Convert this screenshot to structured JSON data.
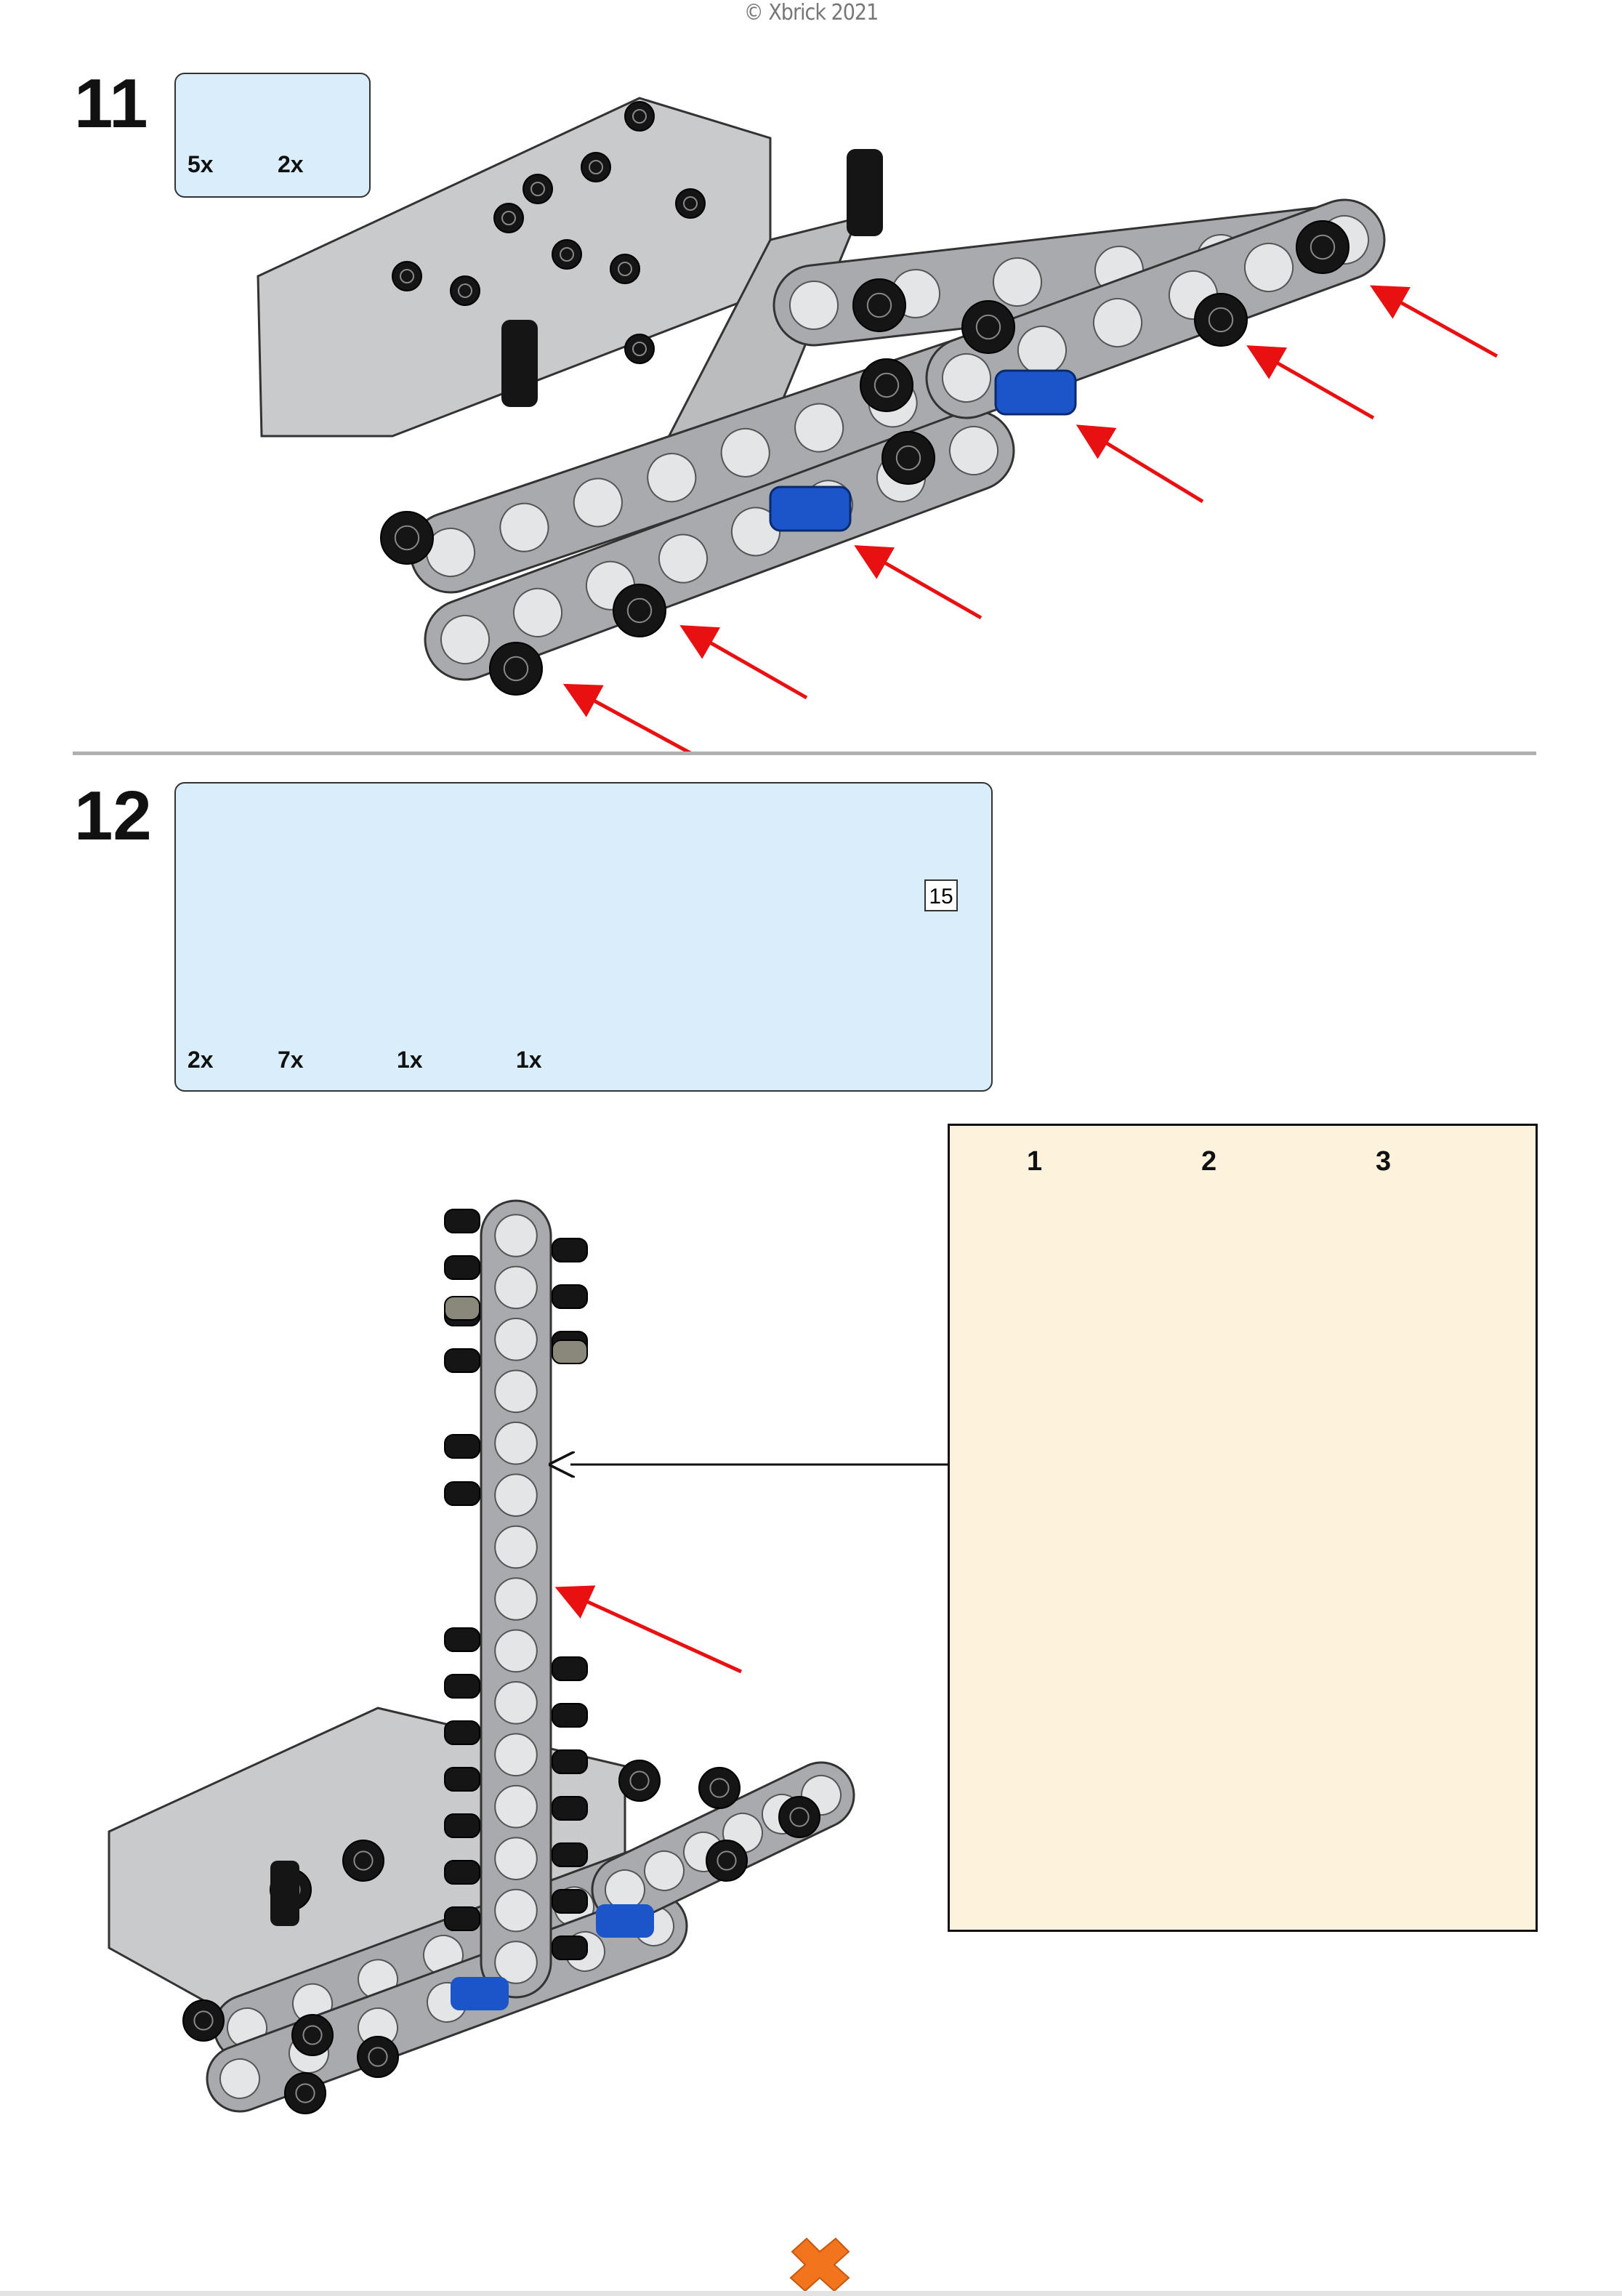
{
  "header": {
    "copyright": "© Xbrick 2021"
  },
  "steps": [
    {
      "number": "11",
      "parts": [
        {
          "icon": "black-friction-pin",
          "qty": "5x"
        },
        {
          "icon": "blue-axle-pin",
          "qty": "2x"
        }
      ]
    },
    {
      "number": "12",
      "parts": [
        {
          "icon": "black-friction-pin",
          "qty": "2x"
        },
        {
          "icon": "black-long-pin",
          "qty": "7x"
        },
        {
          "icon": "tan-axle-pin",
          "qty": "1x"
        },
        {
          "icon": "gray-beam-15",
          "qty": "1x",
          "length": "15"
        }
      ],
      "substeps": [
        "1",
        "2",
        "3"
      ]
    }
  ],
  "colors": {
    "arrow": "#e81010",
    "beam": "#a8aaad",
    "pin": "#151515",
    "blue": "#1b55c9",
    "tan": "#8a887a",
    "parts_bg": "#d9edfb",
    "callout_bg": "#fdf3dc",
    "logo": "#f2741c"
  }
}
